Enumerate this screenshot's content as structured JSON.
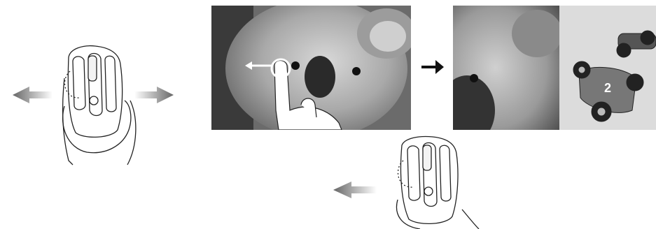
{
  "illustration": {
    "mouse_left": {
      "icon": "mouse-hand-icon",
      "description_visible": false
    },
    "arrows_left_right": {
      "icon": "double-gradient-arrow-icon"
    },
    "photo_koala": {
      "icon": "koala-photo"
    },
    "swipe_arrow": {
      "icon": "swipe-left-arrow-icon"
    },
    "transition_arrow": {
      "icon": "right-arrow-icon"
    },
    "result_koala": {
      "icon": "koala-cropped-photo"
    },
    "result_car": {
      "icon": "race-car-photo",
      "car_number": "2"
    },
    "mouse_bottom": {
      "icon": "mouse-hand-icon"
    },
    "bottom_arrow": {
      "icon": "left-gradient-arrow-icon"
    }
  },
  "colors": {
    "arrow_gray": "#7a7a7a",
    "line": "#222222",
    "photo_bg": "#6e6e6e"
  }
}
